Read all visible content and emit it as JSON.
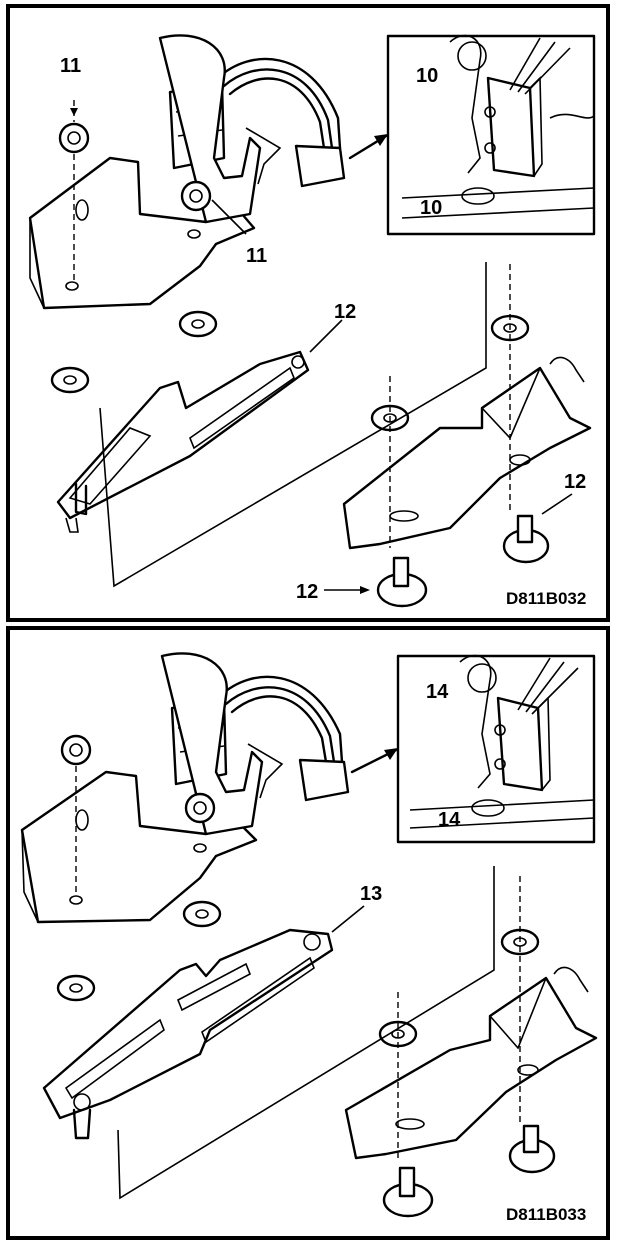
{
  "panels": [
    {
      "figure_code": "D811B032",
      "callouts": {
        "nut_top": "11",
        "nut_bracket": "11",
        "inset_upper": "10",
        "inset_lower": "10",
        "plate": "12",
        "bolt_right": "12",
        "bolt_center": "12"
      }
    },
    {
      "figure_code": "D811B033",
      "callouts": {
        "inset_upper": "14",
        "inset_lower": "14",
        "plate": "13"
      }
    }
  ]
}
